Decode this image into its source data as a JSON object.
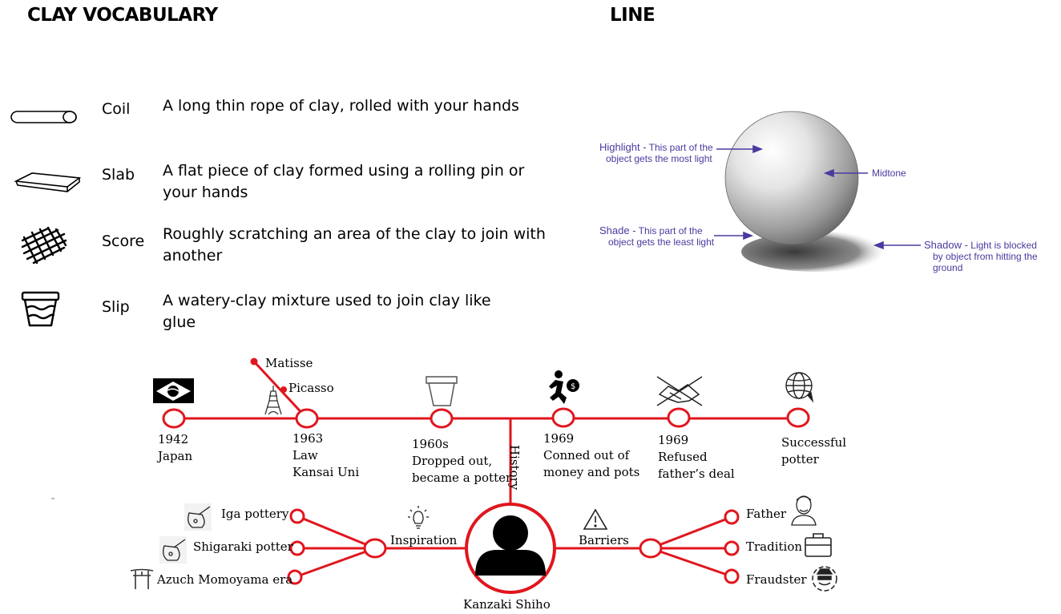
{
  "headings": {
    "left": "CLAY VOCABULARY",
    "right": "LINE"
  },
  "vocab": [
    {
      "term": "Coil",
      "icon": "coil-icon",
      "def": "A long thin rope of clay, rolled with your hands",
      "def2": ""
    },
    {
      "term": "Slab",
      "icon": "slab-icon",
      "def": "A flat piece of clay formed using a rolling pin or",
      "def2": "your hands"
    },
    {
      "term": "Score",
      "icon": "crosshatch-icon",
      "def": "Roughly scratching an area of the clay to join with",
      "def2": "another"
    },
    {
      "term": "Slip",
      "icon": "bucket-icon",
      "def": "A watery-clay mixture used to join clay like",
      "def2": "glue"
    }
  ],
  "sphere": {
    "highlight_label": "Highlight -",
    "highlight_l1": "This part of the",
    "highlight_l2": "object gets the most light",
    "midtone": "Midtone",
    "shade_label": "Shade -",
    "shade_l1": "This part of the",
    "shade_l2": "object gets the least light",
    "shadow_label": "Shadow -",
    "shadow_l1": "Light is blocked",
    "shadow_l2": "by object  from hitting the",
    "shadow_l3": "ground"
  },
  "timeline": {
    "branch_matisse": "Matisse",
    "branch_picasso": "Picasso",
    "events": [
      {
        "l1": "1942",
        "l2": "Japan",
        "l3": "",
        "icon": "flag-icon"
      },
      {
        "l1": "1963",
        "l2": "Law",
        "l3": "Kansai Uni",
        "icon": "eiffel-tower-icon"
      },
      {
        "l1": "1960s",
        "l2": "Dropped out,",
        "l3": "became a potter",
        "icon": "pot-icon"
      },
      {
        "l1": "1969",
        "l2": "Conned out of",
        "l3": "money and pots",
        "icon": "thief-running-icon"
      },
      {
        "l1": "1969",
        "l2": "Refused",
        "l3": "father’s deal",
        "icon": "no-handshake-icon"
      },
      {
        "l1": "Successful",
        "l2": "potter",
        "l3": "",
        "icon": "globe-icon"
      }
    ],
    "history_label": "History"
  },
  "center": {
    "name": "Kanzaki Shiho",
    "icon": "person-icon"
  },
  "inspiration": {
    "label": "Inspiration",
    "icon": "lightbulb-icon",
    "items": [
      {
        "label": "Iga pottery",
        "icon": "pottery-icon"
      },
      {
        "label": "Shigaraki potter",
        "icon": "pottery-icon"
      },
      {
        "label": "Azuch Momoyama era",
        "icon": "torii-gate-icon"
      }
    ]
  },
  "barriers": {
    "label": "Barriers",
    "icon": "warning-icon",
    "items": [
      {
        "label": "Father",
        "icon": "old-man-icon"
      },
      {
        "label": "Tradition",
        "icon": "briefcase-icon"
      },
      {
        "label": "Fraudster",
        "icon": "fraudster-icon"
      }
    ]
  },
  "colors": {
    "red": "#e0161e",
    "purple": "#4a3a9e"
  }
}
